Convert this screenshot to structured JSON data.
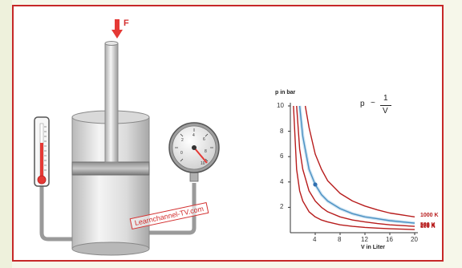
{
  "diagram": {
    "force_label": "F",
    "watermark": "Learnchannel-TV.com",
    "formula": {
      "left": "p",
      "tilde": "~",
      "numerator": "1",
      "denominator": "V"
    }
  },
  "chart_data": {
    "type": "line",
    "title": "",
    "xlabel": "V in Liter",
    "ylabel": "p in bar",
    "xlim": [
      0,
      20
    ],
    "ylim": [
      0,
      10
    ],
    "xticks": [
      "4",
      "8",
      "12",
      "16",
      "20"
    ],
    "yticks": [
      "2",
      "4",
      "6",
      "8",
      "10"
    ],
    "series": [
      {
        "name": "1000 K",
        "color": "#b71c1c",
        "points": [
          [
            2.4,
            10
          ],
          [
            3,
            8.3
          ],
          [
            4,
            6.2
          ],
          [
            5,
            5
          ],
          [
            6,
            4.1
          ],
          [
            8,
            3.1
          ],
          [
            10,
            2.5
          ],
          [
            12,
            2.1
          ],
          [
            14,
            1.8
          ],
          [
            16,
            1.55
          ],
          [
            20,
            1.25
          ]
        ]
      },
      {
        "name": "500 K",
        "color": "#4a90c2",
        "points": [
          [
            1.5,
            10
          ],
          [
            2,
            7.6
          ],
          [
            3,
            5
          ],
          [
            4,
            3.8
          ],
          [
            5,
            3
          ],
          [
            6,
            2.5
          ],
          [
            8,
            1.9
          ],
          [
            10,
            1.5
          ],
          [
            12,
            1.25
          ],
          [
            14,
            1.1
          ],
          [
            16,
            0.95
          ],
          [
            20,
            0.75
          ]
        ]
      },
      {
        "name": "273 K",
        "color": "#b71c1c",
        "points": [
          [
            1,
            10
          ],
          [
            1.5,
            6.6
          ],
          [
            2,
            5
          ],
          [
            3,
            3.3
          ],
          [
            4,
            2.5
          ],
          [
            5,
            2
          ],
          [
            6,
            1.65
          ],
          [
            8,
            1.25
          ],
          [
            10,
            1
          ],
          [
            12,
            0.85
          ],
          [
            14,
            0.72
          ],
          [
            16,
            0.62
          ],
          [
            20,
            0.5
          ]
        ]
      },
      {
        "name": "100 K",
        "color": "#b71c1c",
        "points": [
          [
            0.5,
            10
          ],
          [
            1,
            5
          ],
          [
            1.5,
            3.3
          ],
          [
            2,
            2.5
          ],
          [
            3,
            1.65
          ],
          [
            4,
            1.25
          ],
          [
            5,
            1
          ],
          [
            6,
            0.85
          ],
          [
            8,
            0.62
          ],
          [
            10,
            0.5
          ],
          [
            12,
            0.42
          ],
          [
            14,
            0.36
          ],
          [
            16,
            0.31
          ],
          [
            20,
            0.25
          ]
        ]
      }
    ],
    "marker": {
      "x": 4,
      "y": 3.8,
      "color": "#2f6fb0"
    }
  }
}
